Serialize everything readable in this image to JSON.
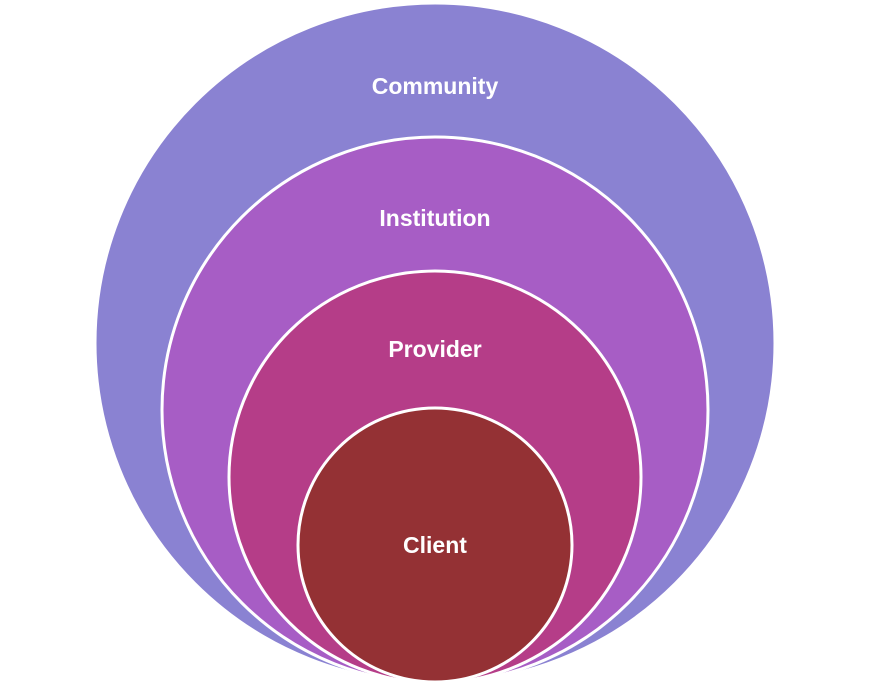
{
  "diagram": {
    "rings": [
      {
        "label": "Community",
        "color": "#8a82d2"
      },
      {
        "label": "Institution",
        "color": "#a75dc5"
      },
      {
        "label": "Provider",
        "color": "#b53d88"
      },
      {
        "label": "Client",
        "color": "#943134"
      }
    ],
    "stroke_color": "#ffffff"
  }
}
